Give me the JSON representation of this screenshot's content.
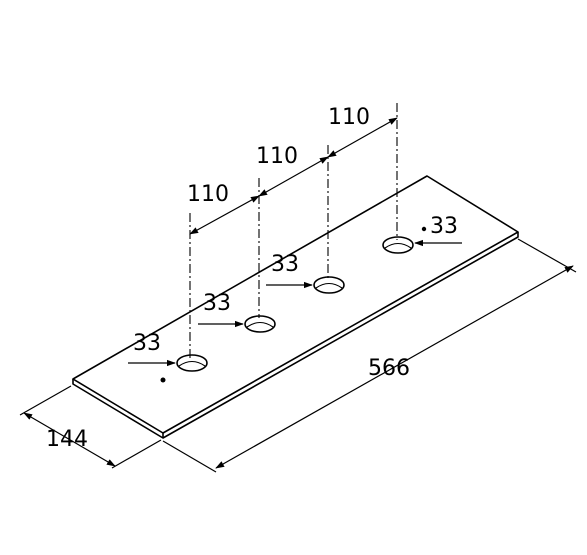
{
  "drawing": {
    "length": "566",
    "width": "144",
    "hole_diameter": "33",
    "hole_spacing": "110"
  },
  "labels": {
    "spacing_1": "110",
    "spacing_2": "110",
    "spacing_3": "110",
    "hole_1": "33",
    "hole_2": "33",
    "hole_3": "33",
    "hole_4": "33",
    "length": "566",
    "width": "144"
  }
}
